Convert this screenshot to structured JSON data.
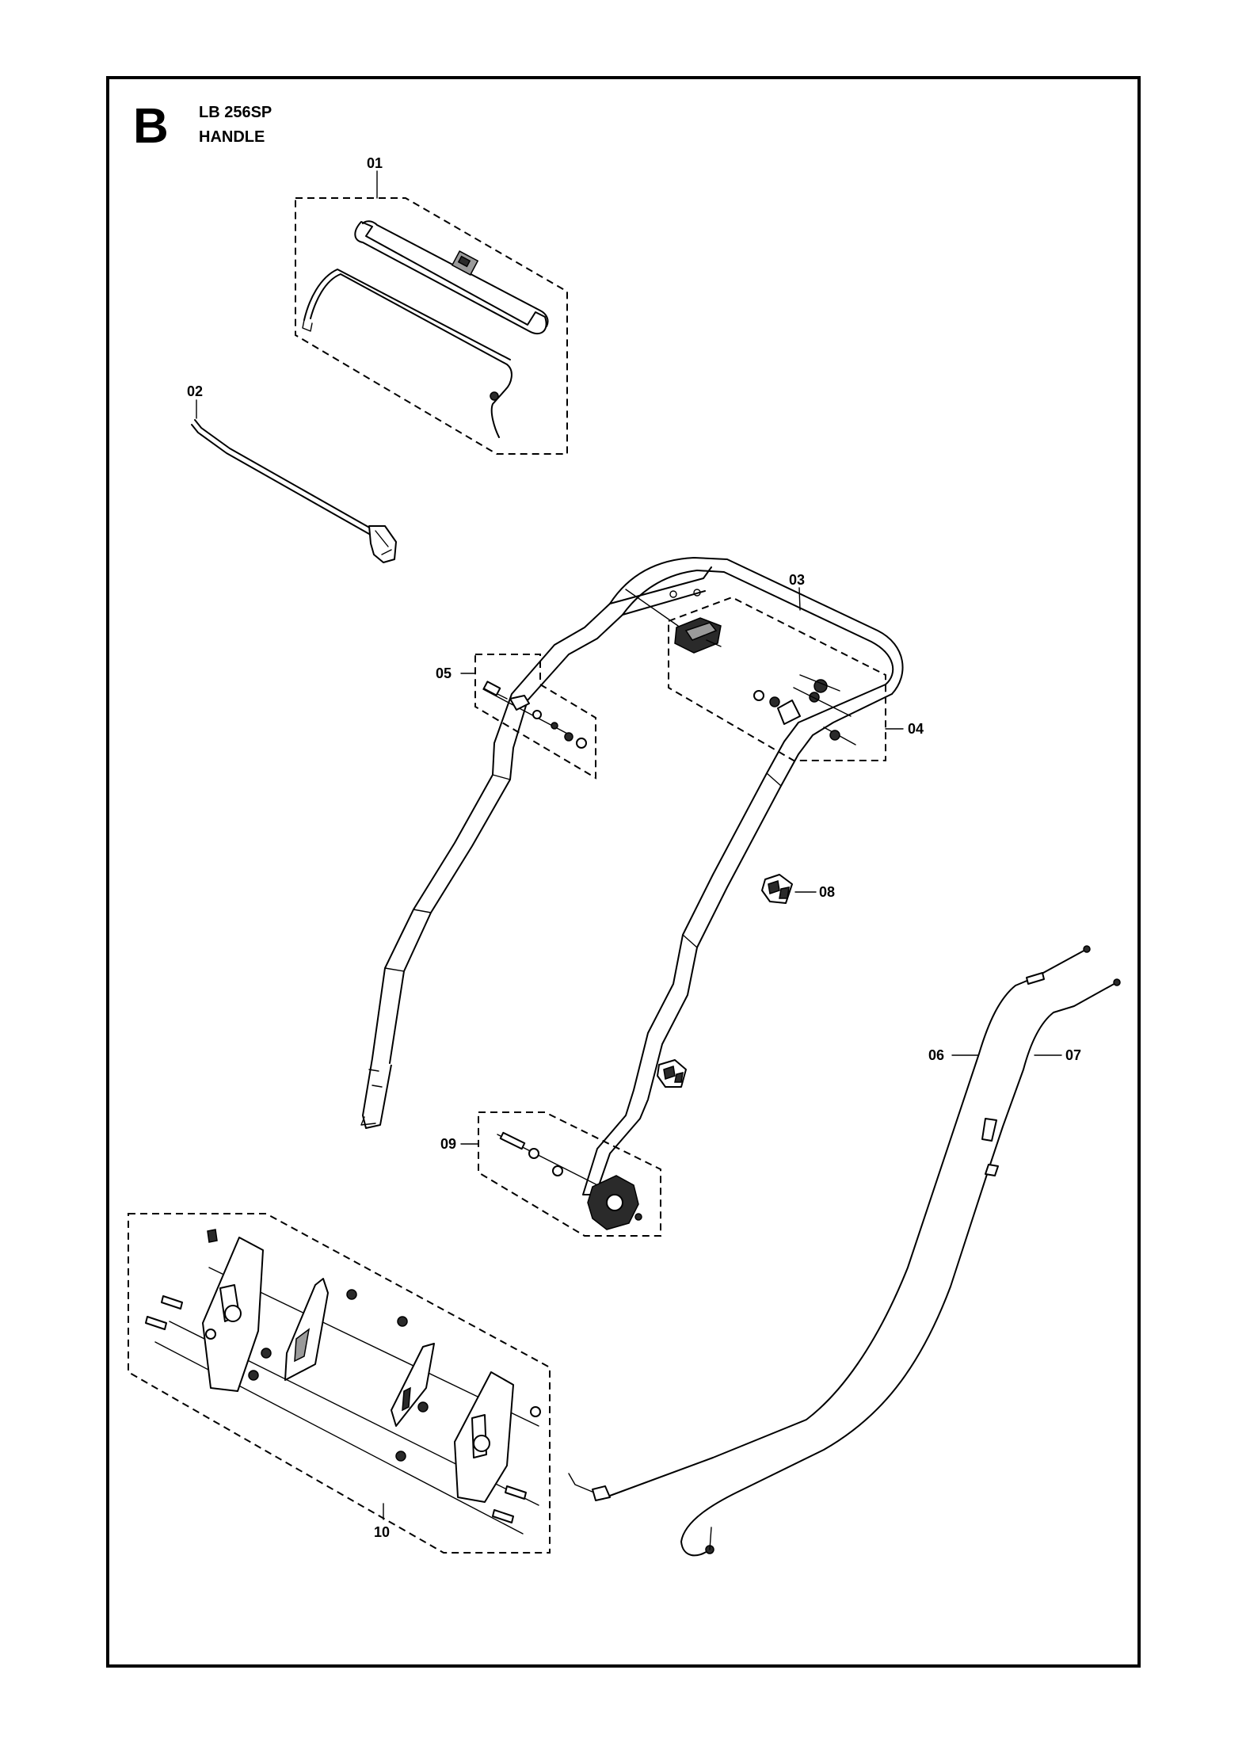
{
  "section_letter": "B",
  "model": "LB 256SP",
  "assembly": "HANDLE",
  "callouts": {
    "c01": "01",
    "c02": "02",
    "c03": "03",
    "c04": "04",
    "c05": "05",
    "c06": "06",
    "c07": "07",
    "c08": "08",
    "c09": "09",
    "c10": "10"
  }
}
